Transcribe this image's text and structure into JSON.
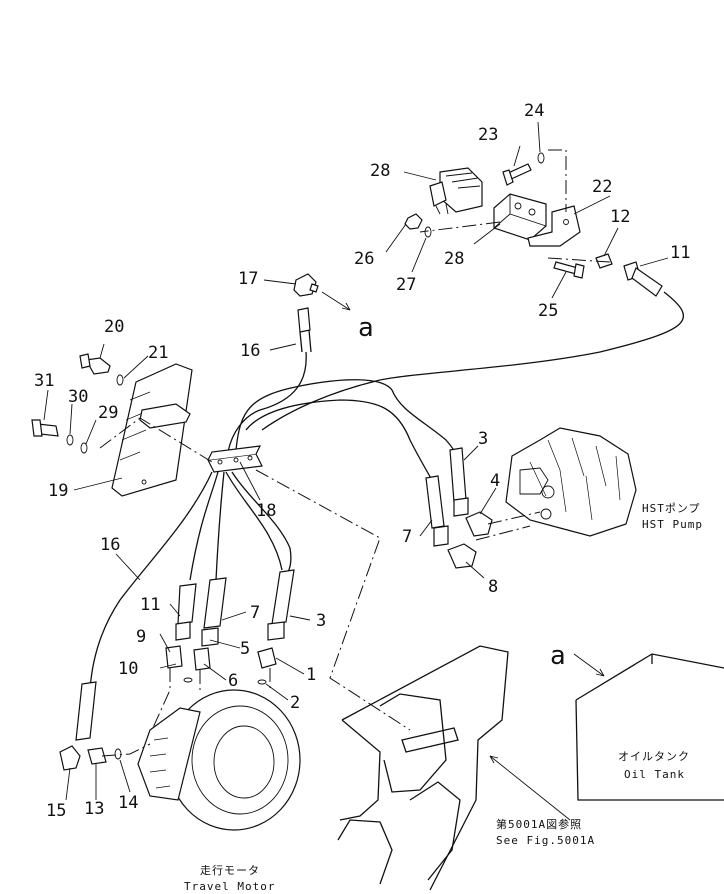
{
  "callouts": {
    "c1": "1",
    "c2": "2",
    "c3a": "3",
    "c3b": "3",
    "c4": "4",
    "c5": "5",
    "c6": "6",
    "c7a": "7",
    "c7b": "7",
    "c8": "8",
    "c9": "9",
    "c10": "10",
    "c11a": "11",
    "c11b": "11",
    "c12": "12",
    "c13": "13",
    "c14": "14",
    "c15": "15",
    "c16a": "16",
    "c16b": "16",
    "c17": "17",
    "c18": "18",
    "c19": "19",
    "c20": "20",
    "c21": "21",
    "c22": "22",
    "c23": "23",
    "c24": "24",
    "c25": "25",
    "c26": "26",
    "c27": "27",
    "c28a": "28",
    "c28b": "28",
    "c29": "29",
    "c30": "30",
    "c31": "31"
  },
  "refs": {
    "a_top": "a",
    "a_tank": "a"
  },
  "captions": {
    "hst_pump_jp": "HSTポンプ",
    "hst_pump_en": "HST Pump",
    "oil_tank_jp": "オイルタンク",
    "oil_tank_en": "Oil Tank",
    "see_fig_jp": "第5001A図参照",
    "see_fig_en": "See Fig.5001A",
    "travel_motor_jp": "走行モータ",
    "travel_motor_en": "Travel Motor"
  }
}
